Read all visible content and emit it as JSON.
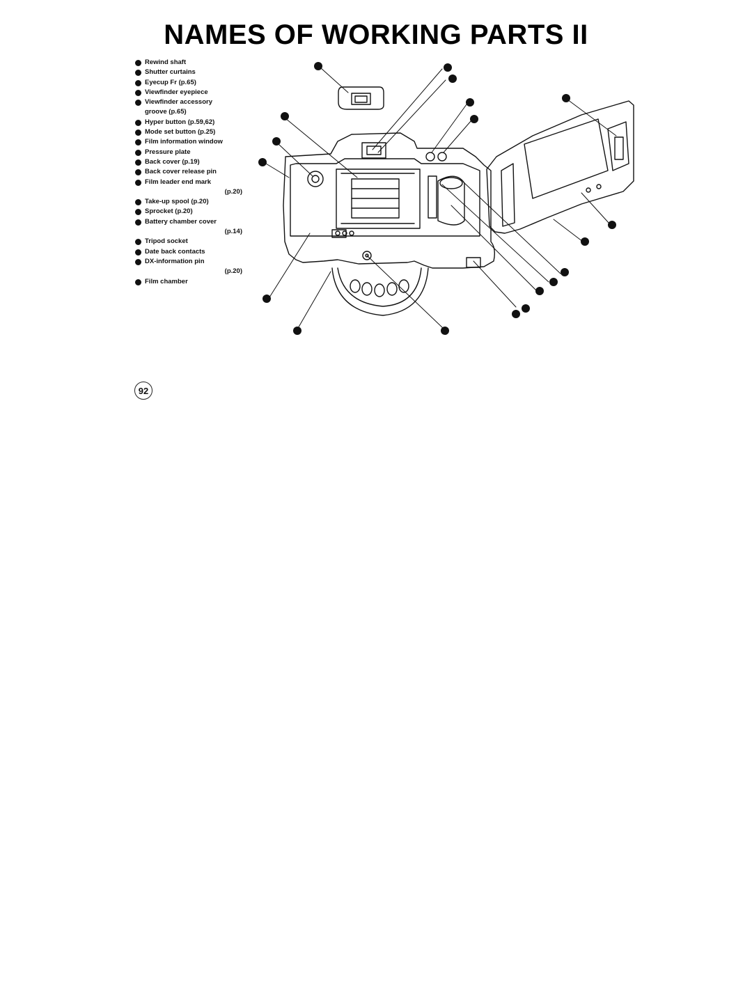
{
  "page": {
    "title": "NAMES OF WORKING PARTS  II",
    "page_number": "92"
  },
  "parts": [
    {
      "text": "Rewind shaft"
    },
    {
      "text": "Shutter curtains"
    },
    {
      "text": "Eyecup Fr (p.65)"
    },
    {
      "text": "Viewfinder eyepiece"
    },
    {
      "text": "Viewfinder accessory",
      "cont": "groove (p.65)",
      "cont_align": "left"
    },
    {
      "text": "Hyper button (p.59,62)"
    },
    {
      "text": "Mode set button (p.25)"
    },
    {
      "text": "Film information window"
    },
    {
      "text": "Pressure plate"
    },
    {
      "text": "Back cover (p.19)"
    },
    {
      "text": "Back cover release pin"
    },
    {
      "text": "Film leader end mark",
      "cont": "(p.20)",
      "cont_align": "right"
    },
    {
      "text": "Take-up spool (p.20)"
    },
    {
      "text": "Sprocket (p.20)"
    },
    {
      "text": "Battery chamber cover",
      "cont": "(p.14)",
      "cont_align": "right"
    },
    {
      "text": "Tripod socket"
    },
    {
      "text": "Date back contacts"
    },
    {
      "text": "DX-information pin",
      "cont": "(p.20)",
      "cont_align": "right"
    },
    {
      "text": "Film chamber"
    }
  ]
}
